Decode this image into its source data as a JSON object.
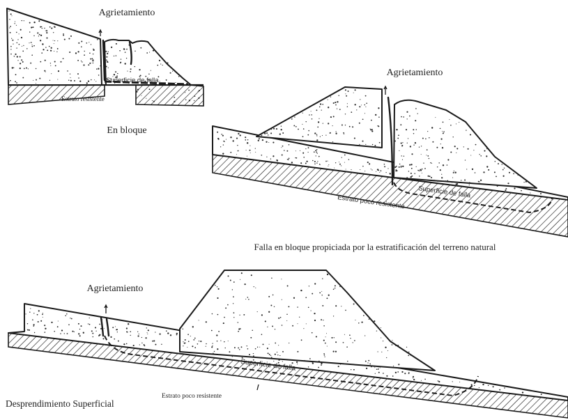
{
  "diagram1": {
    "label_top": "Agrietamiento",
    "label_failure": "Superficie de falla",
    "label_stratum": "Estrato resistente",
    "caption": "En bloque"
  },
  "diagram2": {
    "label_top": "Agrietamiento",
    "label_failure": "Superficie de falla",
    "label_stratum": "Estrato poco resistente",
    "caption": "Falla en bloque propiciada por la estratificación del terreno natural"
  },
  "diagram3": {
    "label_top": "Agrietamiento",
    "label_failure": "Superficie de falla",
    "label_stratum": "Estrato poco resistente",
    "caption": "Desprendimiento Superficial"
  }
}
